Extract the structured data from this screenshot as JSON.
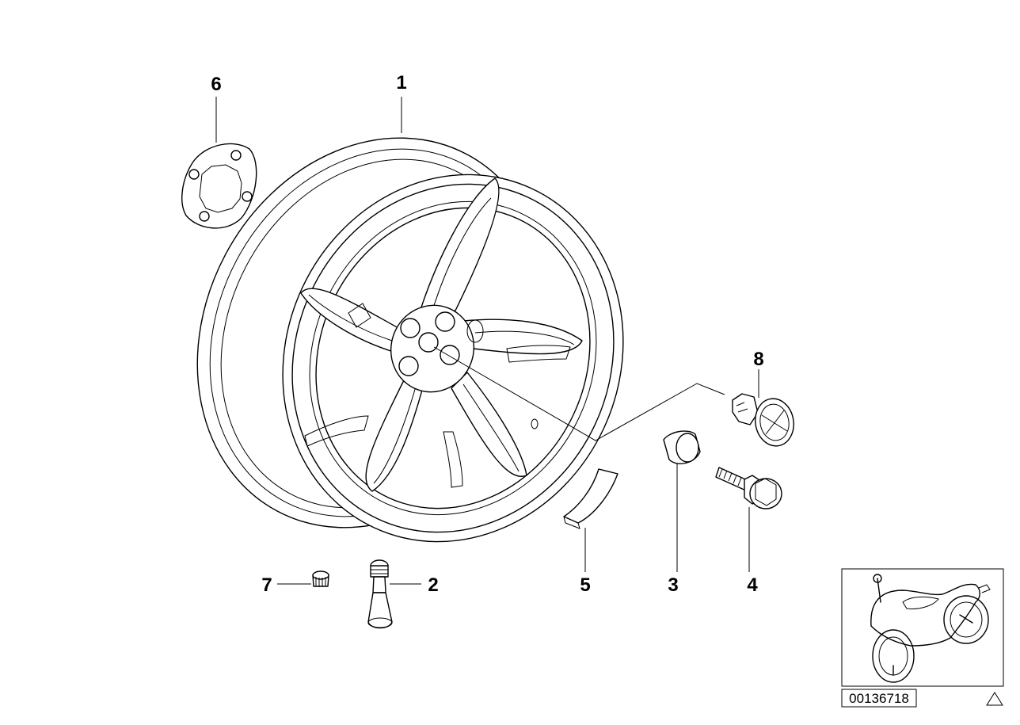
{
  "diagram": {
    "callouts": [
      {
        "id": "1",
        "label": "1"
      },
      {
        "id": "2",
        "label": "2"
      },
      {
        "id": "3",
        "label": "3"
      },
      {
        "id": "4",
        "label": "4"
      },
      {
        "id": "5",
        "label": "5"
      },
      {
        "id": "6",
        "label": "6"
      },
      {
        "id": "7",
        "label": "7"
      },
      {
        "id": "8",
        "label": "8"
      }
    ],
    "reference_number": "00136718",
    "icons": [
      "wheel-rim-icon",
      "motorcycle-thumbnail-icon",
      "warning-triangle-icon"
    ]
  }
}
